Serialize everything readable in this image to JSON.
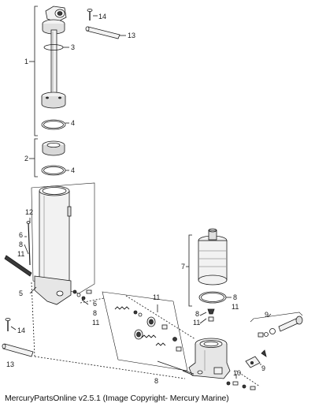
{
  "callouts": {
    "c1": "1",
    "c2": "2",
    "c3": "3",
    "c4a": "4",
    "c4b": "4",
    "c5": "5",
    "c6a": "6",
    "c6b": "6",
    "c7": "7",
    "c8a": "8",
    "c8b": "8",
    "c8c": "8",
    "c8d": "8",
    "c8e": "8",
    "c9a": "9",
    "c9b": "9",
    "c10": "10",
    "c11a": "11",
    "c11b": "11",
    "c11c": "11",
    "c11d": "11",
    "c11e": "11",
    "c12": "12",
    "c13a": "13",
    "c13b": "13",
    "c14a": "14",
    "c14b": "14"
  },
  "caption": "MercuryPartsOnline v2.5.1 (Image Copyright- Mercury Marine)",
  "colors": {
    "line": "#1a1a1a",
    "part_fill": "#f2f2f2",
    "shade": "#9a9a9a",
    "dark": "#3a3a3a"
  }
}
